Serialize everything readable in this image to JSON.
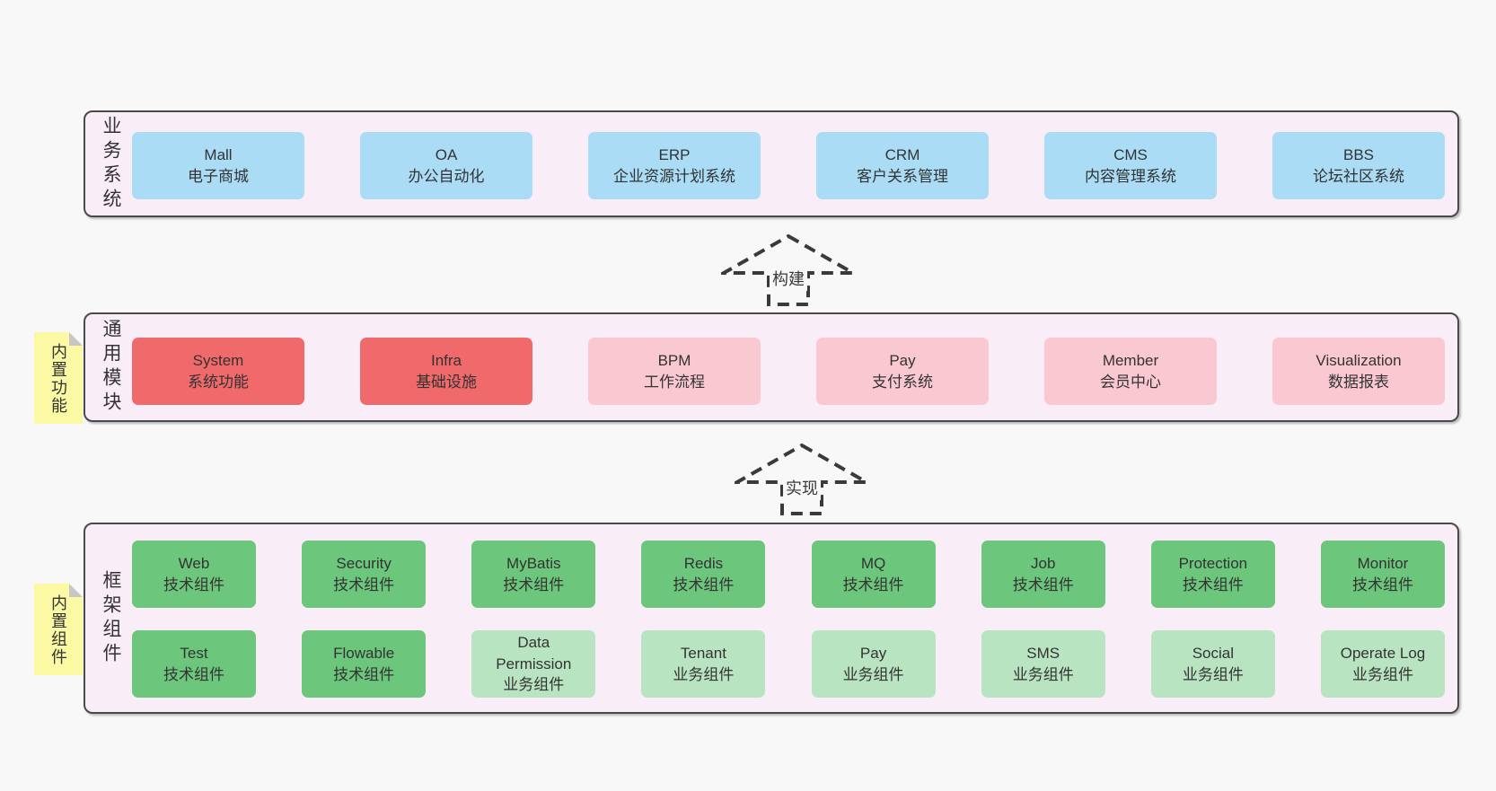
{
  "colors": {
    "page_bg": "#f8f8f8",
    "container_bg": "#f9eef7",
    "container_border": "#4a4a4a",
    "box_blue": "#aadcf5",
    "box_red": "#f0696b",
    "box_pink": "#f9c8d1",
    "box_green": "#6cc67c",
    "box_green_light": "#b9e4c1",
    "sticky_yellow": "#fbf9a3",
    "sticky_fold": "#c6c6c6",
    "arrow_stroke": "#3a3a3a",
    "text": "#333333"
  },
  "arrows": [
    {
      "label": "构建"
    },
    {
      "label": "实现"
    }
  ],
  "layers": [
    {
      "id": "business-systems",
      "label": "业务系统",
      "sticky": null,
      "rows": [
        [
          {
            "title": "Mall",
            "subtitle": "电子商城",
            "variant": "blue"
          },
          {
            "title": "OA",
            "subtitle": "办公自动化",
            "variant": "blue"
          },
          {
            "title": "ERP",
            "subtitle": "企业资源计划系统",
            "variant": "blue"
          },
          {
            "title": "CRM",
            "subtitle": "客户关系管理",
            "variant": "blue"
          },
          {
            "title": "CMS",
            "subtitle": "内容管理系统",
            "variant": "blue"
          },
          {
            "title": "BBS",
            "subtitle": "论坛社区系统",
            "variant": "blue"
          }
        ]
      ]
    },
    {
      "id": "common-modules",
      "label": "通用模块",
      "sticky": "内置功能",
      "rows": [
        [
          {
            "title": "System",
            "subtitle": "系统功能",
            "variant": "red"
          },
          {
            "title": "Infra",
            "subtitle": "基础设施",
            "variant": "red"
          },
          {
            "title": "BPM",
            "subtitle": "工作流程",
            "variant": "pink"
          },
          {
            "title": "Pay",
            "subtitle": "支付系统",
            "variant": "pink"
          },
          {
            "title": "Member",
            "subtitle": "会员中心",
            "variant": "pink"
          },
          {
            "title": "Visualization",
            "subtitle": "数据报表",
            "variant": "pink"
          }
        ]
      ]
    },
    {
      "id": "framework-components",
      "label": "框架组件",
      "sticky": "内置组件",
      "rows": [
        [
          {
            "title": "Web",
            "subtitle": "技术组件",
            "variant": "green"
          },
          {
            "title": "Security",
            "subtitle": "技术组件",
            "variant": "green"
          },
          {
            "title": "MyBatis",
            "subtitle": "技术组件",
            "variant": "green"
          },
          {
            "title": "Redis",
            "subtitle": "技术组件",
            "variant": "green"
          },
          {
            "title": "MQ",
            "subtitle": "技术组件",
            "variant": "green"
          },
          {
            "title": "Job",
            "subtitle": "技术组件",
            "variant": "green"
          },
          {
            "title": "Protection",
            "subtitle": "技术组件",
            "variant": "green"
          },
          {
            "title": "Monitor",
            "subtitle": "技术组件",
            "variant": "green"
          }
        ],
        [
          {
            "title": "Test",
            "subtitle": "技术组件",
            "variant": "green"
          },
          {
            "title": "Flowable",
            "subtitle": "技术组件",
            "variant": "green"
          },
          {
            "title": "Data Permission",
            "subtitle": "业务组件",
            "variant": "green-light"
          },
          {
            "title": "Tenant",
            "subtitle": "业务组件",
            "variant": "green-light"
          },
          {
            "title": "Pay",
            "subtitle": "业务组件",
            "variant": "green-light"
          },
          {
            "title": "SMS",
            "subtitle": "业务组件",
            "variant": "green-light"
          },
          {
            "title": "Social",
            "subtitle": "业务组件",
            "variant": "green-light"
          },
          {
            "title": "Operate Log",
            "subtitle": "业务组件",
            "variant": "green-light"
          }
        ]
      ]
    }
  ]
}
